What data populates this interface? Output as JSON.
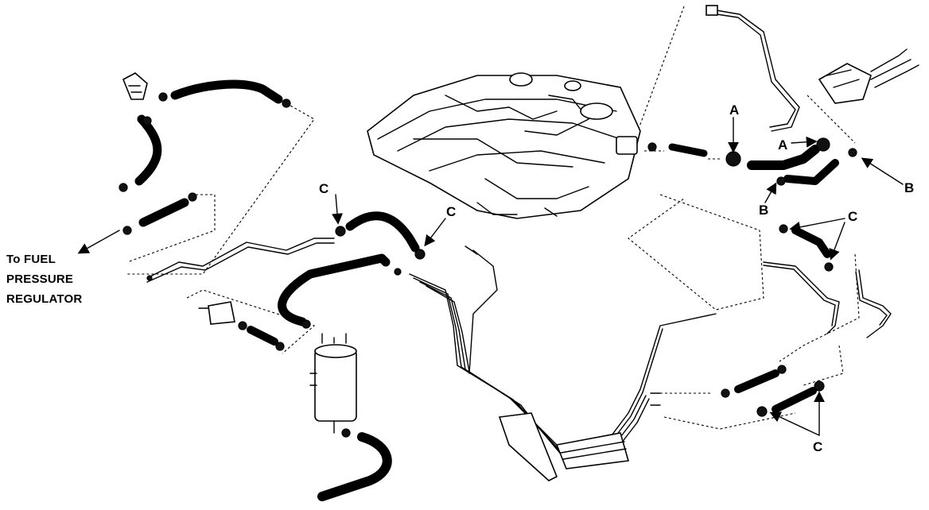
{
  "labels": {
    "fuel_regulator_line1": "To FUEL",
    "fuel_regulator_line2": "PRESSURE",
    "fuel_regulator_line3": "REGULATOR",
    "callout_a": "A",
    "callout_b": "B",
    "callout_c": "C"
  },
  "colors": {
    "ink": "#000000",
    "paper": "#ffffff"
  }
}
